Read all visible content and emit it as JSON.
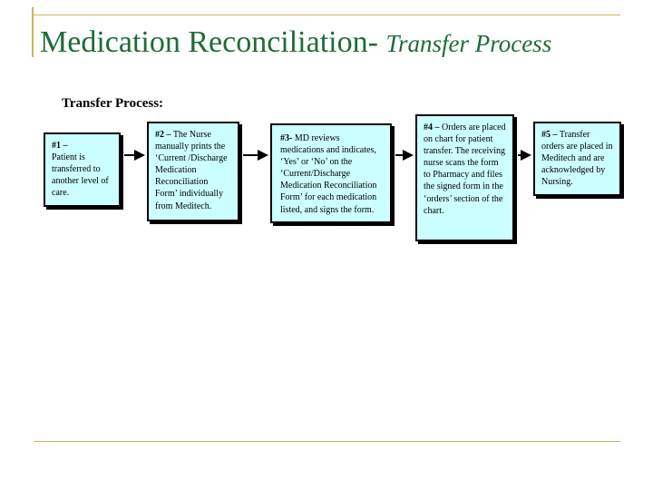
{
  "title": {
    "main": "Medication Reconciliation-",
    "sub": "Transfer Process"
  },
  "heading": "Transfer Process:",
  "steps": [
    {
      "num": "#1 –",
      "text": "Patient is transferred to another level of care."
    },
    {
      "num": "#2 –",
      "text": "The Nurse manually prints the ‘Current /Discharge Medication Reconciliation Form’ individually from Meditech."
    },
    {
      "num": "#3-",
      "text": "MD reviews medications and indicates, ‘Yes’ or ‘No’ on the ‘Current/Discharge Medication Reconciliation Form’ for each medication listed, and signs the form."
    },
    {
      "num": "#4 –",
      "text": "Orders are placed on chart for patient transfer. The receiving nurse scans the form to Pharmacy and files the signed form in the ‘orders’ section of the chart."
    },
    {
      "num": "#5 –",
      "text": "Transfer orders are placed in Meditech and are acknowledged by Nursing."
    }
  ]
}
